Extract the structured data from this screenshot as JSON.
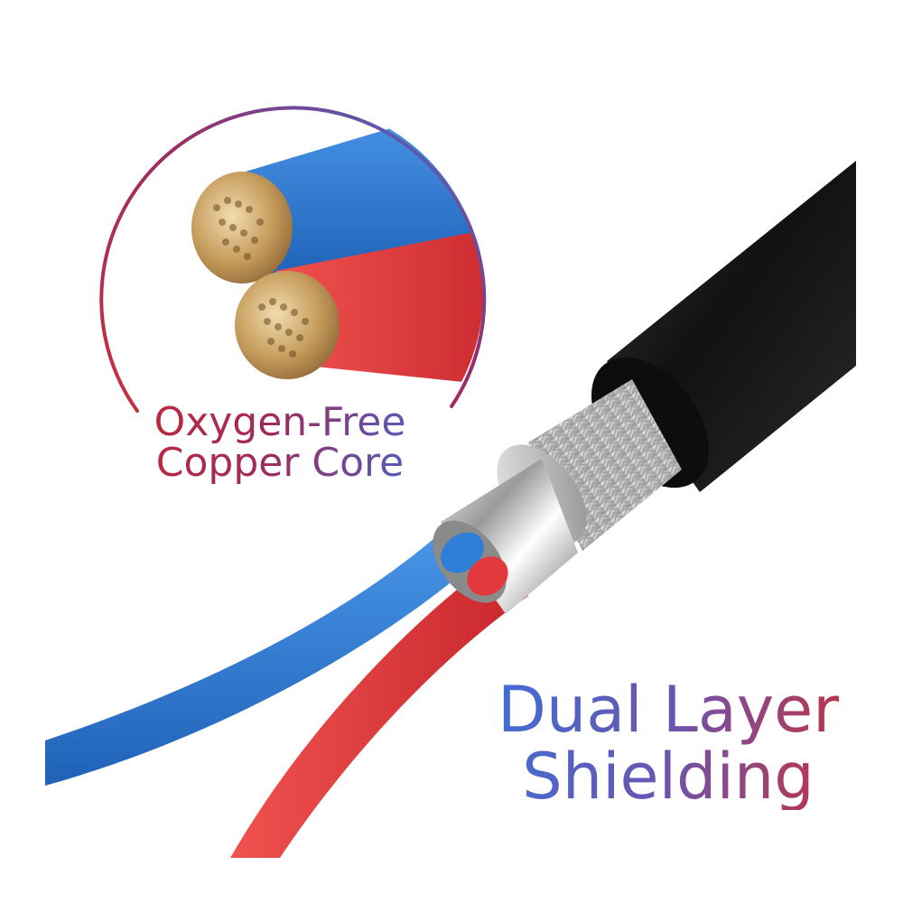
{
  "captions": {
    "core": {
      "line1": "Oxygen-Free",
      "line2": "Copper Core"
    },
    "shielding": {
      "line1": "Dual Layer",
      "line2": "Shielding"
    }
  },
  "colors": {
    "blue_insulation": "#2f7fd6",
    "red_insulation": "#e23a3c",
    "black_jacket": "#1c1c1c",
    "copper": "#c7a26a",
    "ring_gradient_start": "#c8303e",
    "ring_gradient_end": "#3f6fd6"
  }
}
